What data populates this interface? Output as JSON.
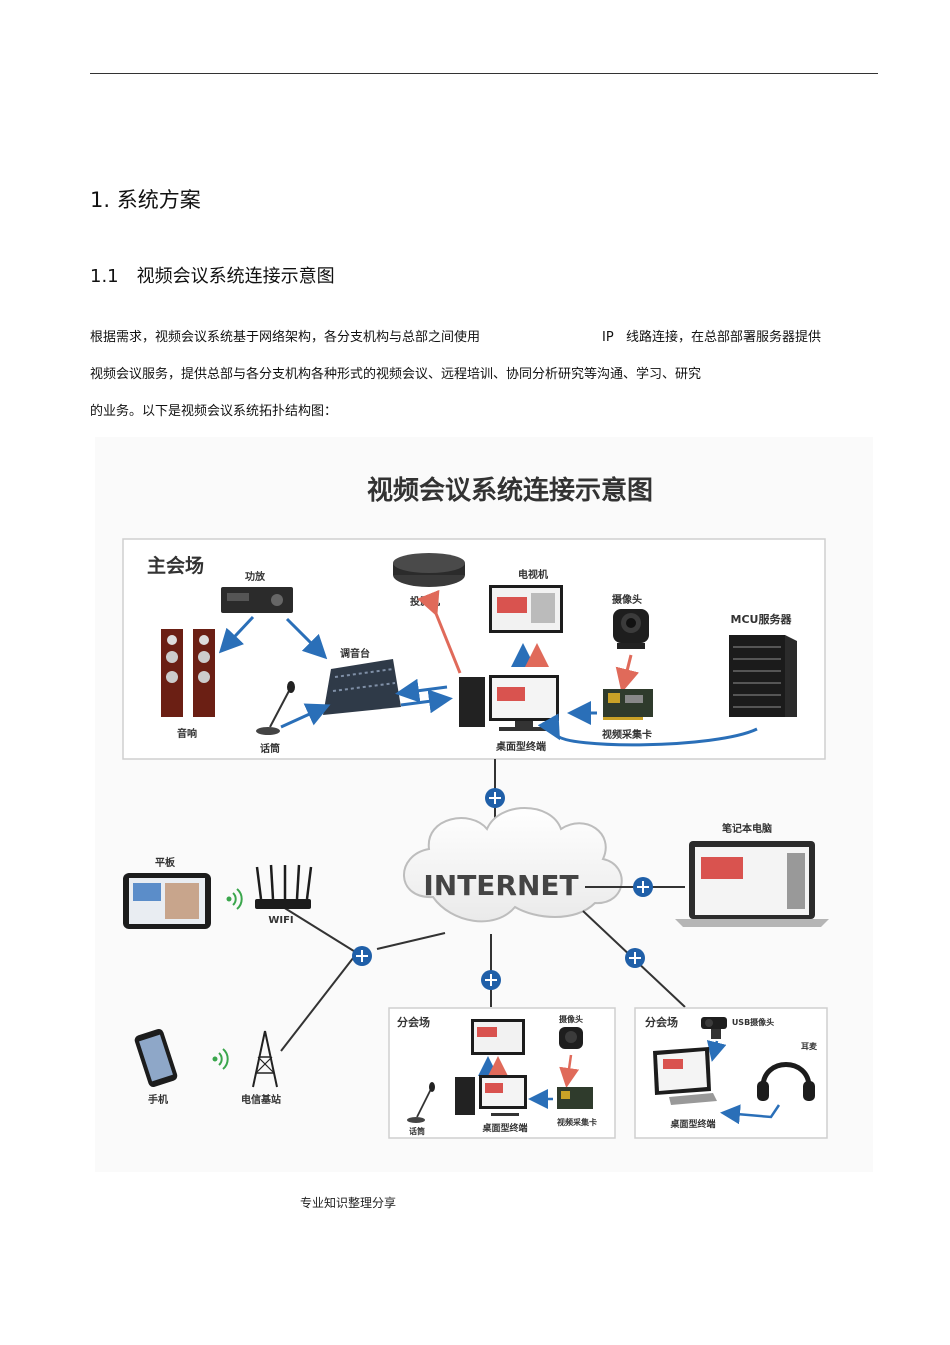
{
  "heading1": "1. 系统方案",
  "heading2": {
    "number": "1.1",
    "title": "视频会议系统连接示意图"
  },
  "intro": {
    "line1_a": "根据需求，视频会议系统基于网络架构，各分支机构与总部之间使用",
    "line1_b": "IP",
    "line1_c": "线路连接，在总部部署服务器提供",
    "line2": "视频会议服务，提供总部与各分支机构各种形式的视频会议、远程培训、协同分析研究等沟通、学习、研究",
    "line3": "的业务。以下是视频会议系统拓扑结构图："
  },
  "diagram": {
    "title": "视频会议系统连接示意图",
    "main_venue": {
      "label": "主会场",
      "amplifier": "功放",
      "speakers": "音响",
      "microphone": "话筒",
      "mixer": "调音台",
      "projector": "投影机",
      "tv": "电视机",
      "camera": "摄像头",
      "capture_card": "视频采集卡",
      "desktop": "桌面型终端",
      "mcu": "MCU服务器"
    },
    "internet": "INTERNET",
    "tablet": "平板",
    "wifi": "WIFI",
    "phone": "手机",
    "base_station": "电信基站",
    "laptop": "笔记本电脑",
    "branch1": {
      "label": "分会场",
      "camera": "摄像头",
      "microphone": "话筒",
      "desktop": "桌面型终端",
      "capture_card": "视频采集卡"
    },
    "branch2": {
      "label": "分会场",
      "usb_camera": "USB摄像头",
      "headset": "耳麦",
      "desktop": "桌面型终端"
    }
  },
  "footer": "专业知识整理分享"
}
